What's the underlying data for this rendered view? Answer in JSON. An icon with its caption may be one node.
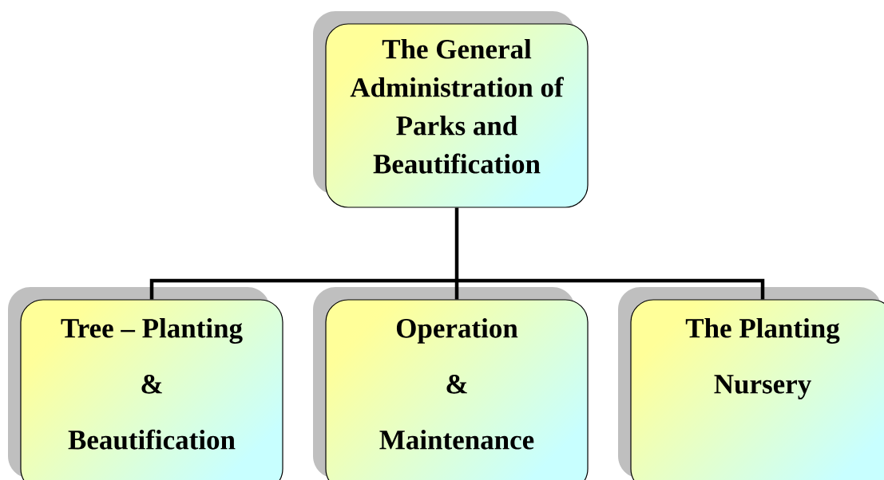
{
  "diagram": {
    "nodes": [
      {
        "text": [
          "The General Administration of Parks and Beautification"
        ]
      },
      {
        "text": [
          "Tree – Planting",
          "&",
          "Beautification"
        ]
      },
      {
        "text": [
          "Operation",
          "&",
          "Maintenance"
        ]
      },
      {
        "text": [
          "The Planting",
          "Nursery"
        ]
      }
    ],
    "edges": [
      {
        "from": 0,
        "to": 1,
        "arrow": "none"
      },
      {
        "from": 0,
        "to": 2,
        "arrow": "none"
      },
      {
        "from": 0,
        "to": 3,
        "arrow": "none"
      }
    ]
  }
}
